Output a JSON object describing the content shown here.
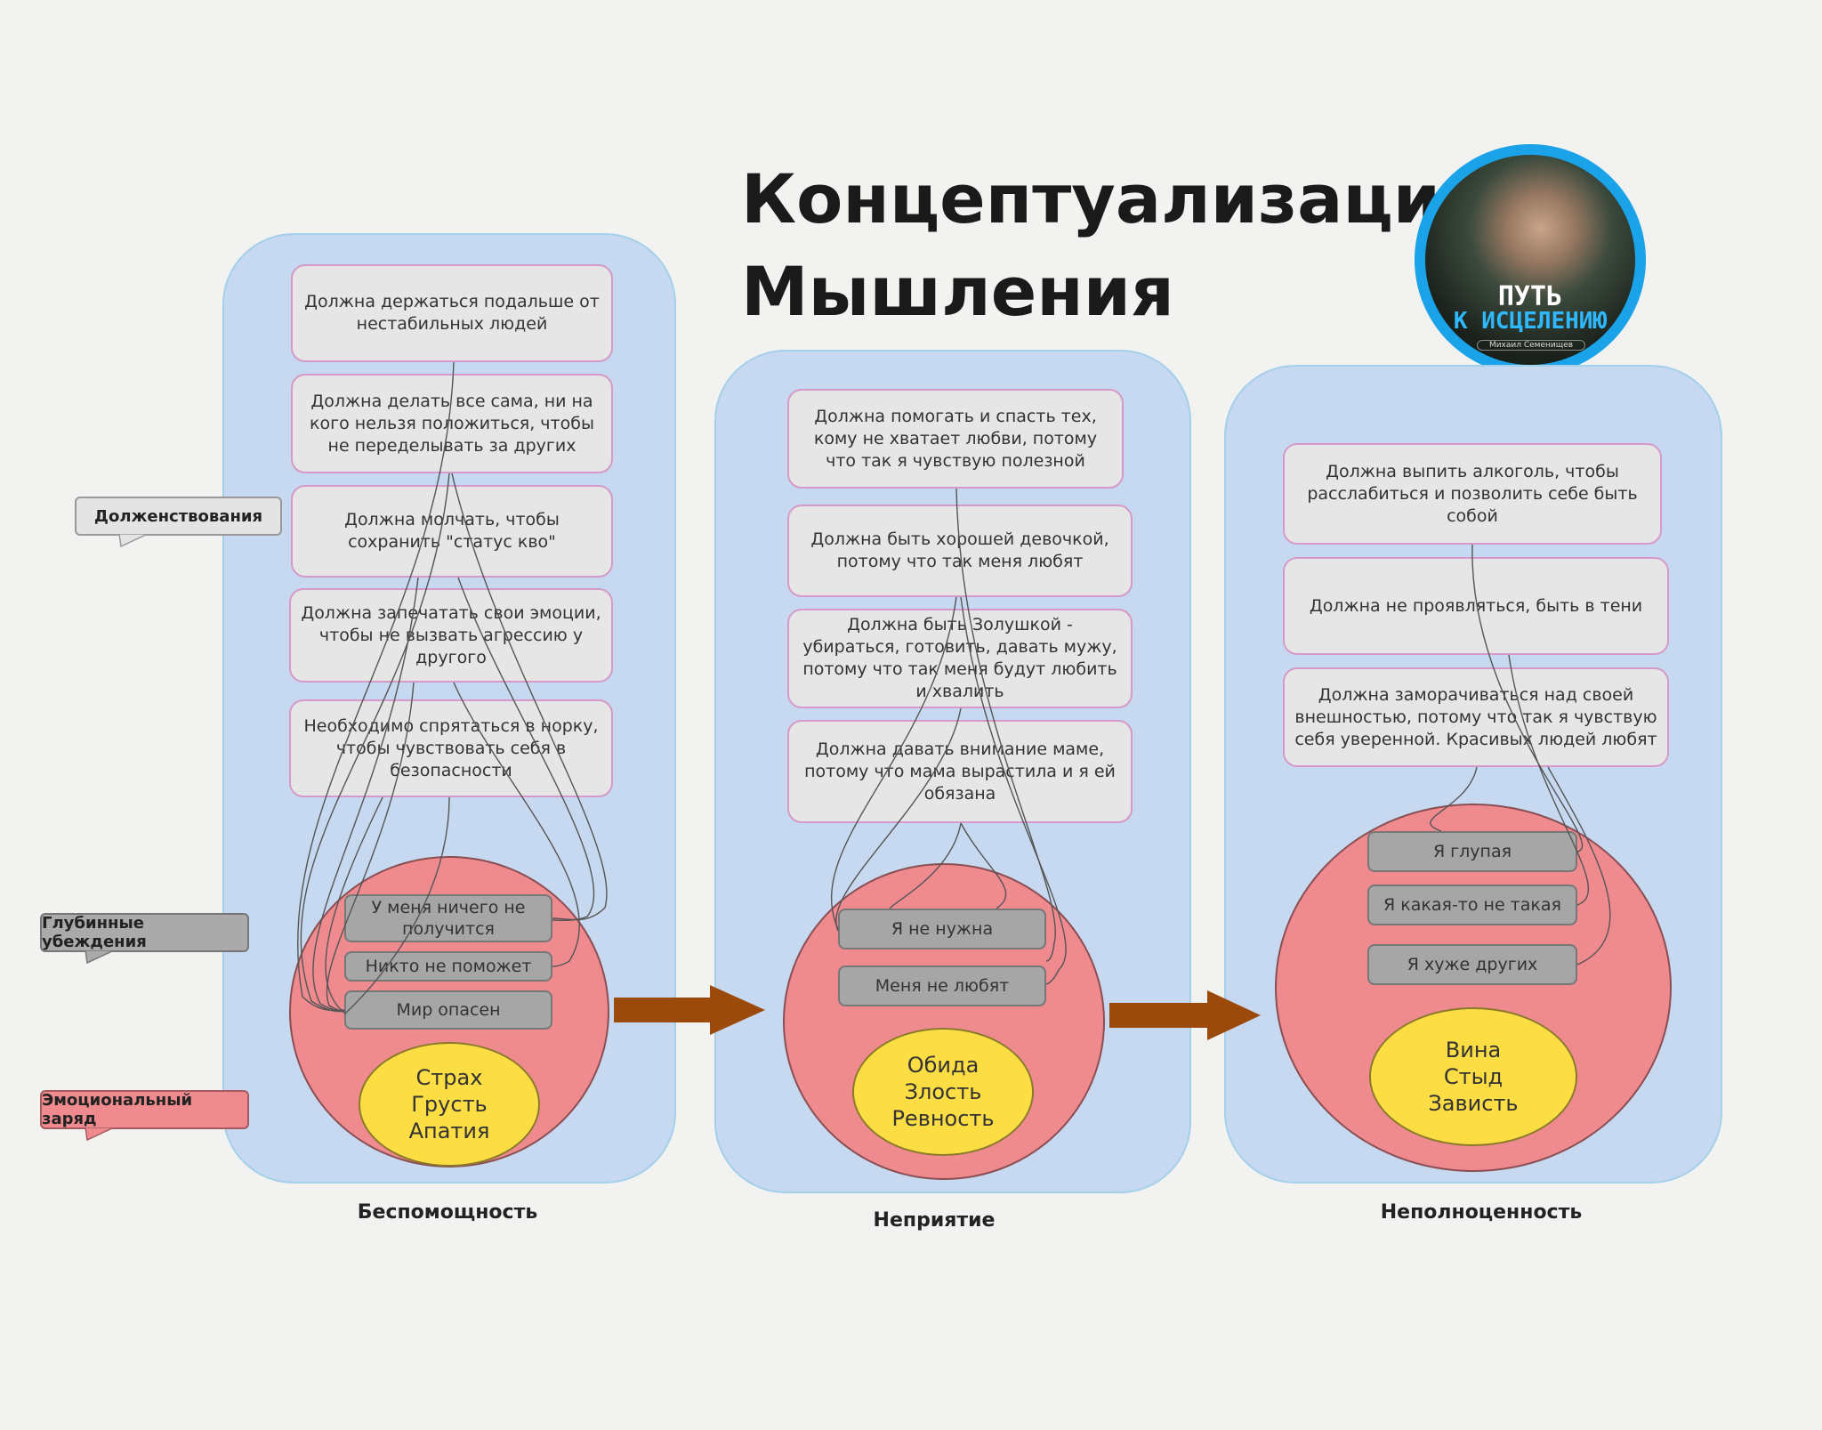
{
  "title": {
    "line1": "Концептуализация",
    "line2": "Мышления"
  },
  "logo": {
    "line1": "ПУТЬ",
    "line2": "К ИСЦЕЛЕНИЮ",
    "author": "Михаил Семенищев"
  },
  "legend": {
    "shoulds": "Долженствования",
    "core_beliefs": "Глубинные убеждения",
    "emotional_charge": "Эмоциональный заряд"
  },
  "columns": [
    {
      "caption": "Беспомощность",
      "cards": [
        "Должна держаться подальше от нестабильных людей",
        "Должна делать все сама, ни на кого нельзя положиться, чтобы не переделывать за других",
        "Должна молчать, чтобы сохранить \"статус кво\"",
        "Должна запечатать свои эмоции, чтобы не вызвать агрессию у другого",
        "Необходимо спрятаться в норку, чтобы чувствовать себя в безопасности"
      ],
      "beliefs": [
        "У меня ничего не получится",
        "Никто не поможет",
        "Мир опасен"
      ],
      "emotions": [
        "Страх",
        "Грусть",
        "Апатия"
      ]
    },
    {
      "caption": "Неприятие",
      "cards": [
        "Должна помогать и спасть тех, кому не хватает любви, потому что так я чувствую полезной",
        "Должна быть хорошей девочкой, потому что так меня любят",
        "Должна быть Золушкой - убираться, готовить, давать мужу, потому что так меня будут любить и хвалить",
        "Должна давать внимание маме, потому что мама вырастила и я ей обязана"
      ],
      "beliefs": [
        "Я не нужна",
        "Меня не любят"
      ],
      "emotions": [
        "Обида",
        "Злость",
        "Ревность"
      ]
    },
    {
      "caption": "Неполноценность",
      "cards": [
        "Должна выпить алкоголь, чтобы расслабиться и позволить себе быть собой",
        "Должна не проявляться, быть в тени",
        "Должна заморачиваться над своей внешностью, потому что так я чувствую себя уверенной. Красивых людей любят"
      ],
      "beliefs": [
        "Я глупая",
        "Я какая-то не такая",
        "Я хуже других"
      ],
      "emotions": [
        "Вина",
        "Стыд",
        "Зависть"
      ]
    }
  ],
  "colors": {
    "column_fill": "#c6d9f0",
    "circle_fill": "#ef8a8f",
    "core_fill": "#fddd44",
    "arrow": "#9b4a0c",
    "logo_ring": "#1aa3e8"
  }
}
